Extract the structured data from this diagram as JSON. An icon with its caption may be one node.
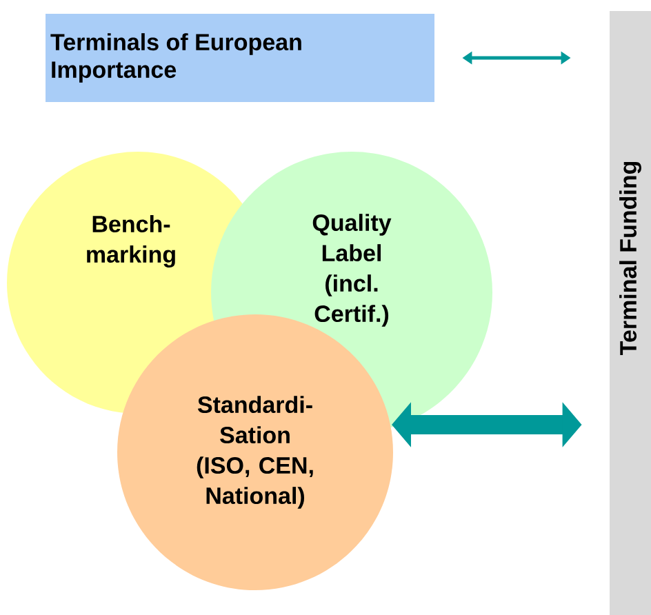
{
  "diagram": {
    "nodes": [
      {
        "text": [
          "Terminals of European Importance"
        ]
      },
      {
        "text": [
          "Bench- marking"
        ]
      },
      {
        "text": [
          "Quality Label (incl. Certif.)"
        ]
      },
      {
        "text": [
          "Standardi- Sation (ISO, CEN, National)"
        ]
      },
      {
        "text": [
          "Terminal Funding"
        ]
      }
    ],
    "edges": [
      {
        "from": 0,
        "to": 4,
        "arrow": "both"
      },
      {
        "from": 3,
        "to": 4,
        "arrow": "both",
        "style": "thick"
      }
    ]
  }
}
